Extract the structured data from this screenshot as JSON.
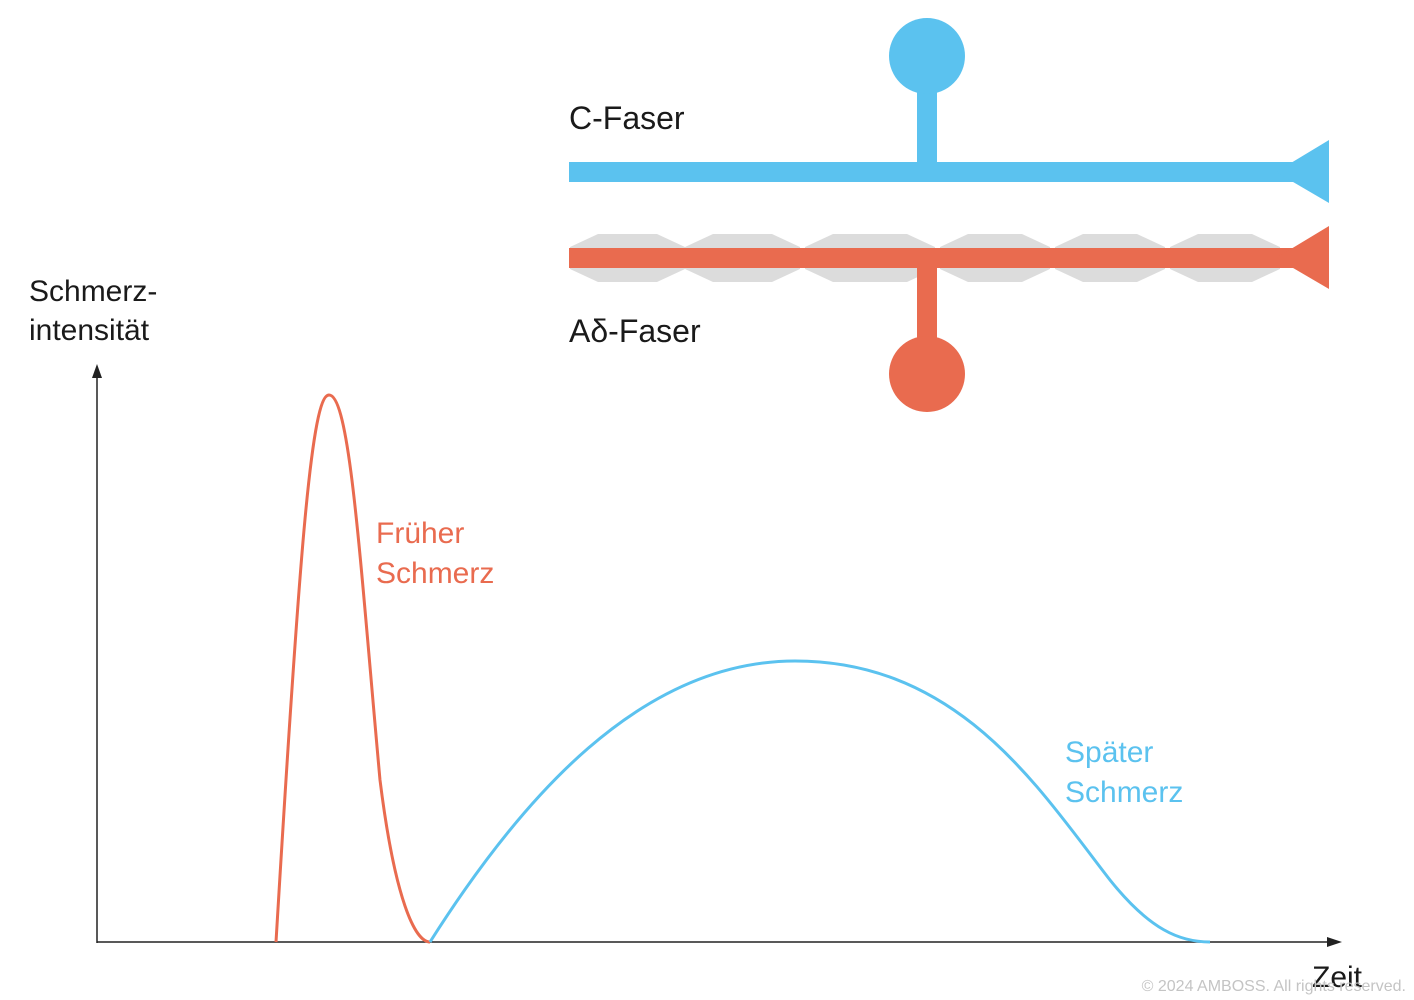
{
  "colors": {
    "c_fiber": "#5bc2ef",
    "ad_fiber": "#e96b4f",
    "myelin": "#dcdcdc",
    "axis": "#222222",
    "text": "#1a1a1a",
    "copyright": "#c4c4c4"
  },
  "fibers": {
    "c_fiber_label": "C-Faser",
    "ad_fiber_label": "Aδ-Faser"
  },
  "axes": {
    "y_label_line1": "Schmerz-",
    "y_label_line2": "intensität",
    "x_label": "Zeit"
  },
  "curves": {
    "early_label_line1": "Früher",
    "early_label_line2": "Schmerz",
    "late_label_line1": "Später",
    "late_label_line2": "Schmerz"
  },
  "copyright": "© 2024 AMBOSS. All rights reserved."
}
